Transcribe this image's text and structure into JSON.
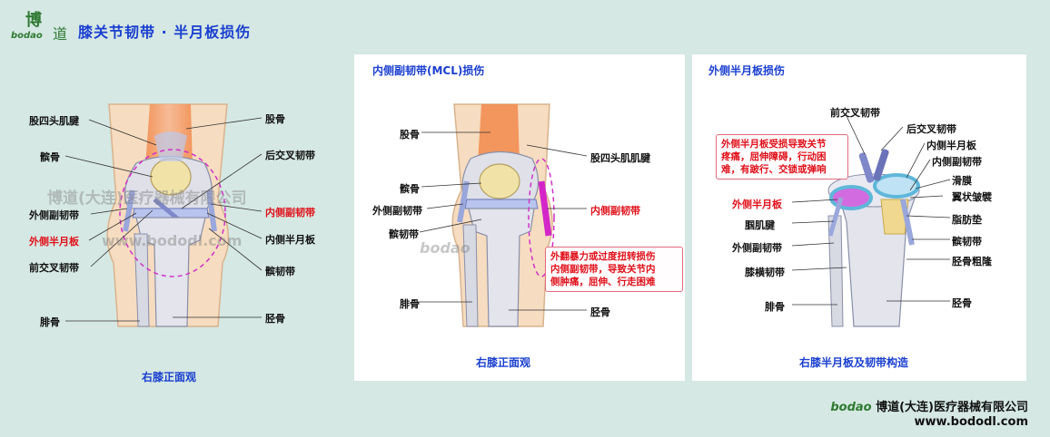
{
  "brand": {
    "logo_glyph": "博",
    "logo_glyph2": "道",
    "logo_word": "bodao",
    "company": "博道(大连)医疗器械有限公司",
    "url": "www.bododl.com",
    "watermark_name": "博道(大连)医疗器械有限公司",
    "watermark_url": "www.bododl.com",
    "watermark_word": "bodao"
  },
  "page_title": "膝关节韧带 · 半月板损伤",
  "left_panel": {
    "labels": {
      "quad_tendon": "股四头肌腱",
      "patella": "髌骨",
      "lcl": "外侧副韧带",
      "lat_meniscus": "外侧半月板",
      "acl": "前交叉韧带",
      "fibula": "腓骨",
      "femur": "股骨",
      "pcl": "后交叉韧带",
      "mcl": "内侧副韧带",
      "med_meniscus": "内侧半月板",
      "patellar_lig": "髌韧带",
      "tibia": "胫骨"
    },
    "caption": "右膝正面观"
  },
  "mid_panel": {
    "title": "内侧副韧带(MCL)损伤",
    "labels": {
      "femur": "股骨",
      "patella": "髌骨",
      "lcl": "外侧副韧带",
      "patellar_lig": "髌韧带",
      "fibula": "腓骨",
      "quad_tendon": "股四头肌肌腱",
      "mcl": "内侧副韧带",
      "tibia": "胫骨"
    },
    "callout": [
      "外翻暴力或过度扭转损伤",
      "内侧副韧带，导致关节内",
      "侧肿痛，屈伸、行走困难"
    ],
    "caption": "右膝正面观"
  },
  "right_panel": {
    "title": "外侧半月板损伤",
    "labels": {
      "acl": "前交叉韧带",
      "pcl": "后交叉韧带",
      "med_meniscus": "内侧半月板",
      "mcl": "内侧副韧带",
      "synovium": "滑膜",
      "alar_fold": "翼状皱襞",
      "lat_meniscus": "外侧半月板",
      "fat_pad": "脂肪垫",
      "popliteus": "腘肌腱",
      "patellar_lig": "髌韧带",
      "lcl": "外侧副韧带",
      "tibial_tub": "胫骨粗隆",
      "transverse_lig": "膝横韧带",
      "fibula": "腓骨",
      "tibia": "胫骨"
    },
    "callout": [
      "外侧半月板受损导致关节",
      "疼痛，屈伸障碍，行动困",
      "难，有跛行、交锁或弹响"
    ],
    "caption": "右膝半月板及韧带构造"
  }
}
